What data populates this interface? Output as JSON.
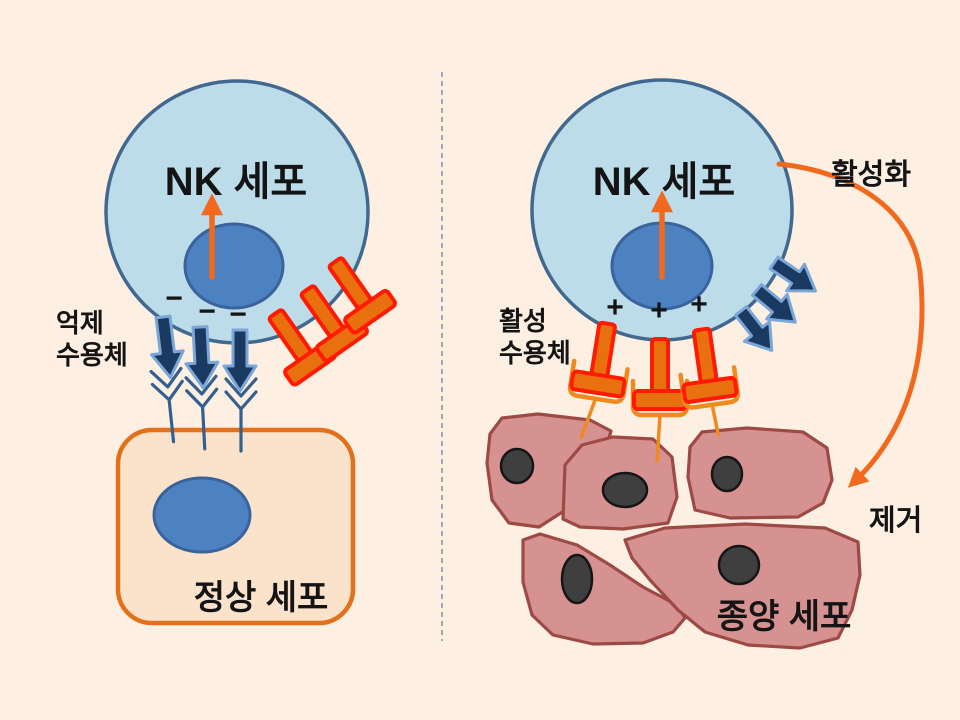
{
  "title": "NK cell inhibitory / activating receptor diagram",
  "colors": {
    "background": "#fdf0e2",
    "nk-fill": "#bddcea",
    "nk-border": "#41688f",
    "nucleus-fill": "#4d82c2",
    "nucleus-border": "#3a639c",
    "navy-arrow-fill": "#1b3a61",
    "navy-arrow-outline": "#7aa6d8",
    "chevron-stroke": "#33608f",
    "orange": "#f2691d",
    "receptor-fill": "#e8700f",
    "receptor-outline": "#ff1a00",
    "bracket-stroke": "#ef8a1f",
    "normal-fill": "#fbe3cb",
    "normal-border": "#e3711c",
    "tumor-fill": "#d69191",
    "tumor-border": "#9d4a44",
    "tumor-nucleus": "#3f3f3f",
    "text": "#141414",
    "separator": "#8093aa"
  },
  "left_panel": {
    "nk_cell_label": "NK 세포",
    "receptor_label_line1": "억제",
    "receptor_label_line2": "수용체",
    "minus_signs": [
      "−",
      "−",
      "−"
    ],
    "normal_cell_label": "정상 세포"
  },
  "right_panel": {
    "nk_cell_label": "NK 세포",
    "receptor_label_line1": "활성",
    "receptor_label_line2": "수용체",
    "plus_signs": [
      "+",
      "+",
      "+"
    ],
    "activation_label": "활성화",
    "elimination_label": "제거",
    "tumor_cell_label": "종양 세포"
  }
}
